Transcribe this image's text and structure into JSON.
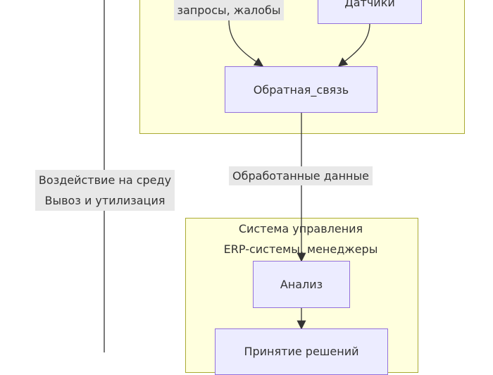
{
  "nodes": {
    "sensors": "Датчики",
    "feedback": "Обратная_связь",
    "analysis": "Анализ",
    "decision": "Принятие решений"
  },
  "edge_labels": {
    "requests": "запросы, жалобы",
    "processed": "Обработанные данные",
    "impact": "Воздействие на среду",
    "disposal": "Вывоз и утилизация"
  },
  "clusters": {
    "management_title": "Система управления",
    "management_subtitle": "ERP-системы, менеджеры"
  },
  "colors": {
    "cluster_fill": "#ffffde",
    "cluster_border": "#aaaa33",
    "node_fill": "#ececff",
    "node_border": "#9370db",
    "label_bg": "#e8e8e8"
  }
}
